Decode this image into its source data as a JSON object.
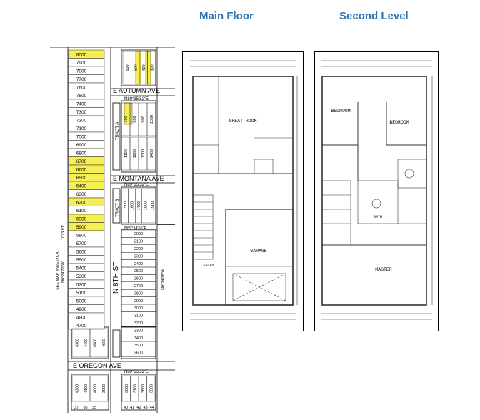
{
  "headings": {
    "main_floor": "Main  Floor",
    "second_level": "Second Level"
  },
  "plat_map": {
    "streets": {
      "autumn": "E AUTUMN AVE",
      "montana": "E MONTANA AVE",
      "oregon": "E OREGON AVE",
      "eighth": "N 8TH ST"
    },
    "bearings": {
      "autumn_south": "N89°35'52\"E",
      "montana_south": "N89°35'52\"E",
      "oregon": "N89°35'52\"E",
      "row_line": "N89°34'56\"E",
      "map_ref": "SEE MAP 4N2E27CA",
      "west_line": "N0°24'20\"W",
      "west_dist": "1023.91'",
      "east_line": "N0°24'08\"W"
    },
    "tracts": {
      "a": "TRACT A",
      "b": "TRACT B"
    },
    "left_lots": [
      "8000",
      "7900",
      "7800",
      "7700",
      "7600",
      "7500",
      "7400",
      "7300",
      "7200",
      "7100",
      "7000",
      "6900",
      "6800",
      "6700",
      "6600",
      "6500",
      "6400",
      "6300",
      "6200",
      "6100",
      "6000",
      "5900",
      "5800",
      "5700",
      "5600",
      "5500",
      "5400",
      "5300",
      "5200",
      "5100",
      "5000",
      "4900",
      "4800",
      "4700"
    ],
    "highlighted": [
      "8000",
      "6700",
      "6600",
      "6500",
      "6400",
      "6200",
      "6000",
      "5900"
    ],
    "top_lots": [
      "600",
      "500",
      "400",
      "300"
    ],
    "block_a": [
      "700",
      "800",
      "900",
      "1000",
      "1100",
      "1200",
      "1300",
      "1400"
    ],
    "block_b": [
      "1500",
      "1600",
      "1700",
      "1800",
      "1900"
    ],
    "block_c": [
      "2000",
      "2100",
      "2200",
      "2300",
      "2400",
      "2500",
      "2600",
      "2700",
      "2800",
      "2900",
      "3000",
      "3100",
      "3200",
      "3300",
      "3400",
      "3500",
      "3600"
    ],
    "oregon_lots": [
      "4300",
      "4400",
      "4500",
      "4600"
    ],
    "bottom_lots": [
      "4200",
      "4100",
      "4000",
      "3900",
      "3800",
      "3700",
      "3600",
      "3500"
    ],
    "bottom_nums": [
      "37",
      "36",
      "35",
      "40",
      "41",
      "42",
      "43",
      "44"
    ]
  },
  "main_floor": {
    "great_room": "GREAT ROOM",
    "garage": "GARAGE",
    "entry": "ENTRY"
  },
  "second_level": {
    "bedroom_left": "BEDROOM",
    "bedroom_right": "BEDROOM",
    "master": "MASTER",
    "bath": "BATH"
  }
}
